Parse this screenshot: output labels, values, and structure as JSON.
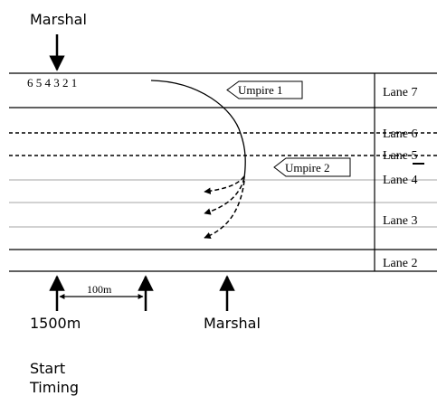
{
  "labels": {
    "marshal_top": "Marshal",
    "marshal_bottom": "Marshal",
    "start_distance": "1500m",
    "start_line1": "Start",
    "start_line2": "Timing",
    "spacing": "100m",
    "positions": "6 5 4 3 2 1",
    "umpire1": "Umpire 1",
    "umpire2": "Umpire 2"
  },
  "lanes": [
    "Lane 7",
    "Lane 6",
    "Lane 5",
    "Lane 4",
    "Lane 3",
    "Lane 2"
  ]
}
